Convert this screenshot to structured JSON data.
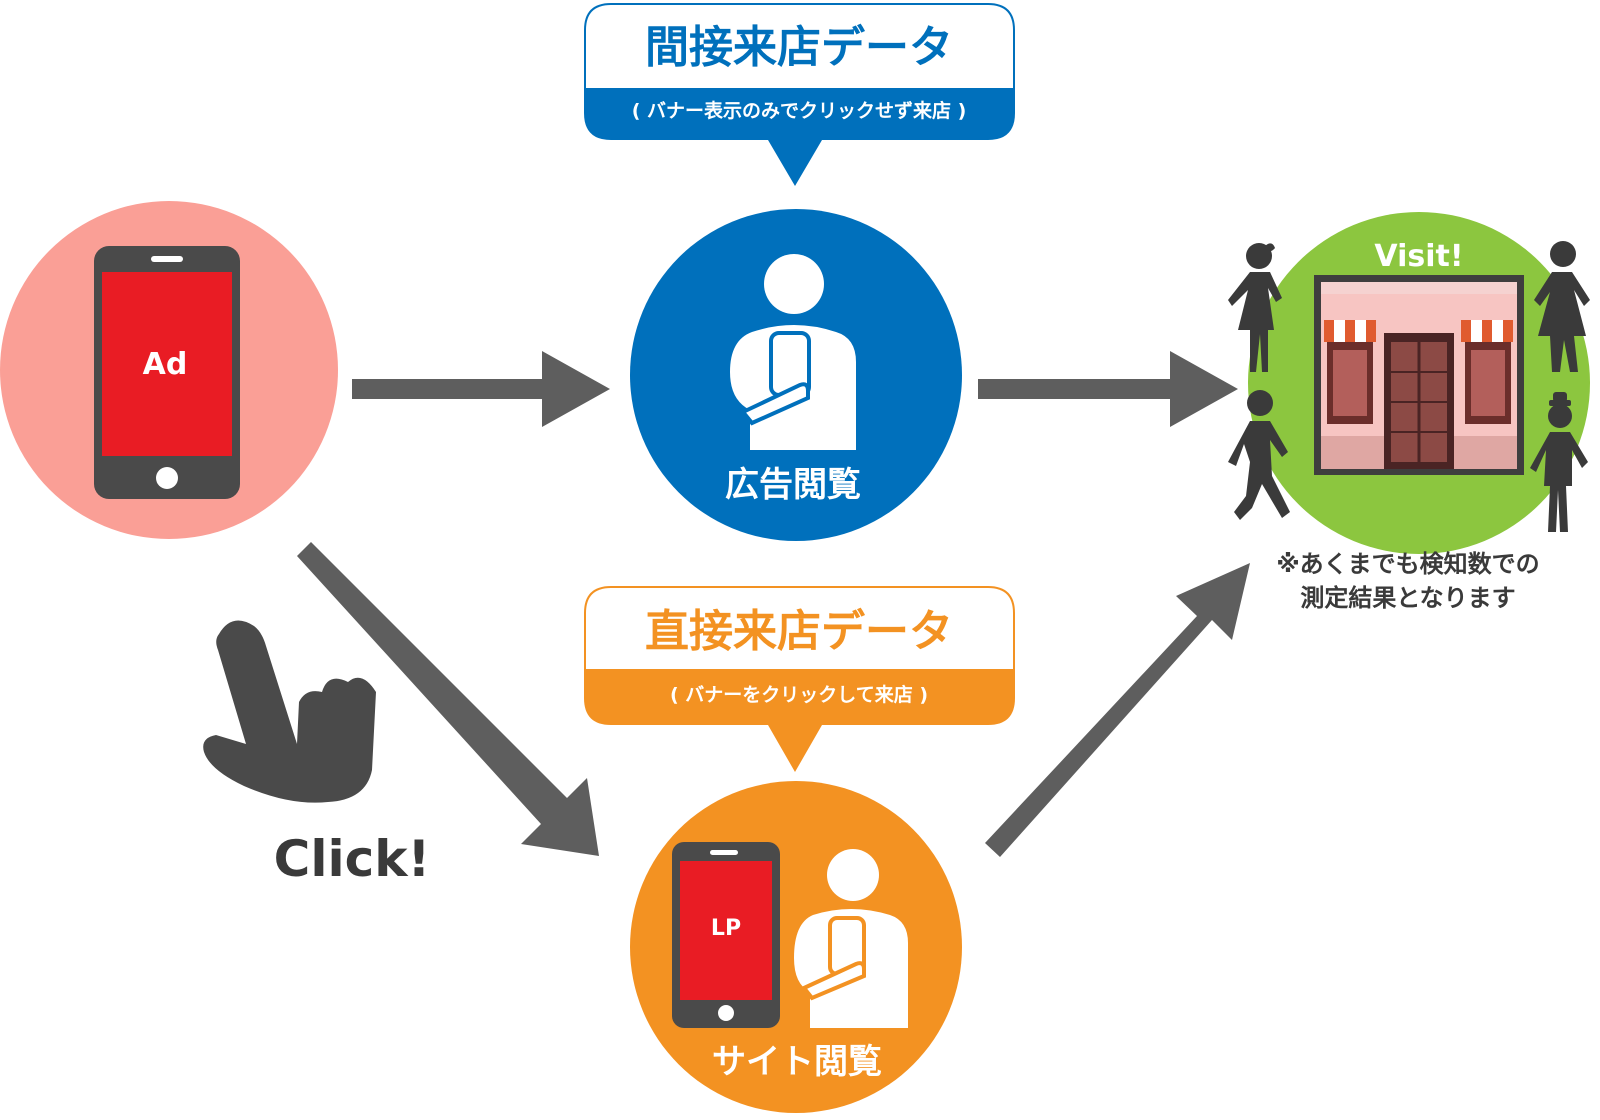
{
  "indirect": {
    "title": "間接来店データ",
    "subtitle": "( バナー表示のみでクリックせず来店 )",
    "color": "#0070BC"
  },
  "direct": {
    "title": "直接来店データ",
    "subtitle": "( バナーをクリックして来店 )",
    "color": "#F39222"
  },
  "ad_phone": {
    "screen_label": "Ad",
    "circle_color": "#FA9F96",
    "screen_color": "#E91C24"
  },
  "ad_view": {
    "label": "広告閲覧"
  },
  "site_view": {
    "label": "サイト閲覧",
    "screen_label": "LP"
  },
  "store": {
    "label": "Visit!",
    "circle_color": "#8CC63F"
  },
  "click": {
    "label": "Click!"
  },
  "note": {
    "line1": "※あくまでも検知数での",
    "line2": "測定結果となります"
  },
  "icons": {
    "phone": "smartphone-icon",
    "person": "person-holding-phone-icon",
    "hand": "pointing-hand-icon",
    "store": "storefront-icon",
    "walker": "pedestrian-icon"
  },
  "arrow_color": "#5E5E5E",
  "phone_body_color": "#4A4A4A"
}
